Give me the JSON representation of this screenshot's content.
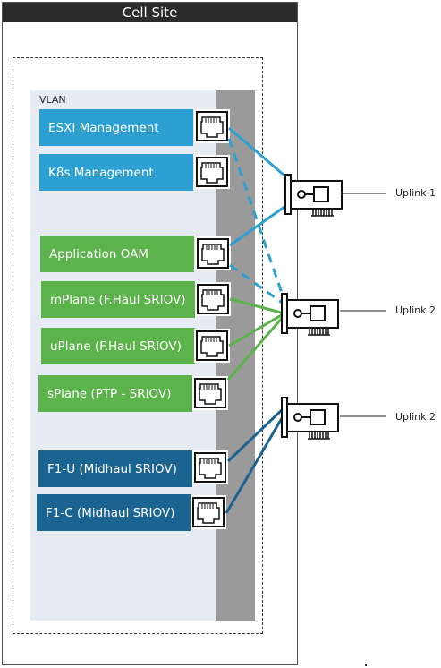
{
  "title": "Cell Site",
  "vlan_label": "VLAN",
  "networks": [
    {
      "label": "ESXI Management",
      "color": "#2e9fd3"
    },
    {
      "label": "K8s Management",
      "color": "#2e9fd3"
    },
    {
      "label": "Application OAM",
      "color": "#5cb34c"
    },
    {
      "label": "mPlane (F.Haul SRIOV)",
      "color": "#5cb34c"
    },
    {
      "label": "uPlane (F.Haul SRIOV)",
      "color": "#5cb34c"
    },
    {
      "label": "sPlane (PTP - SRIOV)",
      "color": "#5cb34c"
    },
    {
      "label": "F1-U (Midhaul SRIOV)",
      "color": "#1b6390"
    },
    {
      "label": "F1-C (Midhaul SRIOV)",
      "color": "#1b6390"
    }
  ],
  "uplinks": [
    {
      "label": "Uplink 1"
    },
    {
      "label": "Uplink 2"
    },
    {
      "label": "Uplink 2"
    }
  ],
  "colors": {
    "blue": "#2e9fd3",
    "green": "#5cb34c",
    "dark_blue": "#1b6390",
    "header": "#2b2b2b"
  }
}
